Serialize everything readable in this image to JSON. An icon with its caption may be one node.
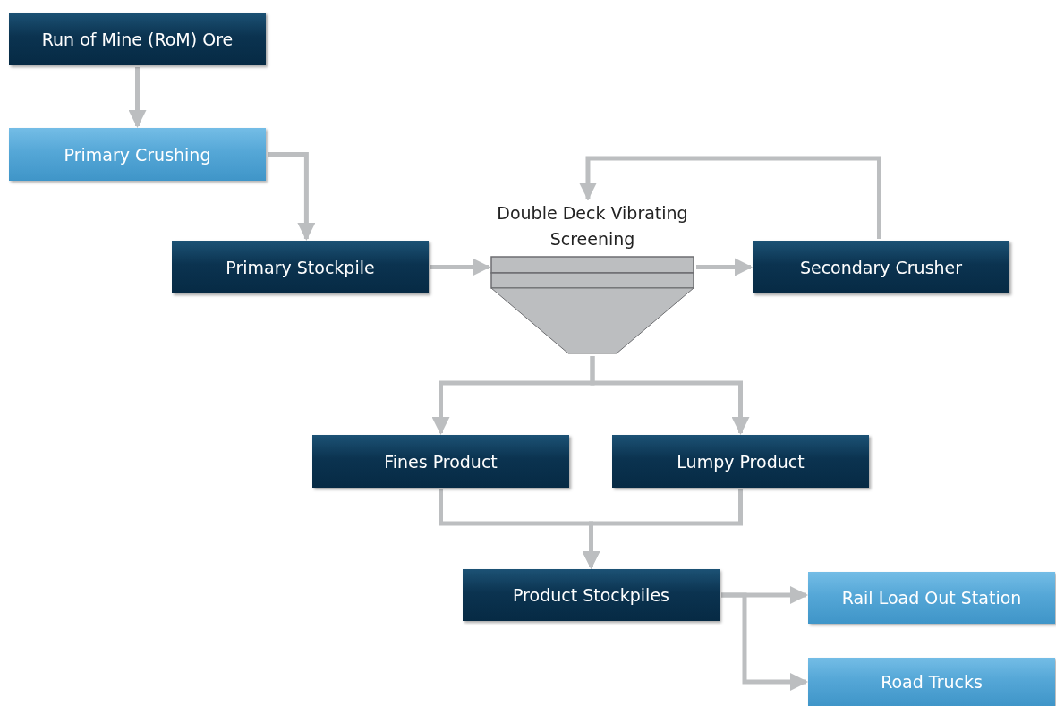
{
  "diagram": {
    "nodes": [
      {
        "text": [
          "Run of Mine (RoM) Ore"
        ]
      },
      {
        "text": [
          "Primary Crushing"
        ]
      },
      {
        "text": [
          "Primary Stockpile"
        ]
      },
      {
        "text": [
          "Double Deck Vibrating Screening"
        ]
      },
      {
        "text": [
          "Secondary Crusher"
        ]
      },
      {
        "text": [
          "Fines Product"
        ]
      },
      {
        "text": [
          "Lumpy Product"
        ]
      },
      {
        "text": [
          "Product Stockpiles"
        ]
      },
      {
        "text": [
          "Rail Load Out Station"
        ]
      },
      {
        "text": [
          "Road Trucks"
        ]
      }
    ],
    "edges": [
      {
        "from": 0,
        "to": 1,
        "arrow": "to"
      },
      {
        "from": 1,
        "to": 2,
        "arrow": "to"
      },
      {
        "from": 2,
        "to": 3,
        "arrow": "to"
      },
      {
        "from": 3,
        "to": 4,
        "arrow": "to"
      },
      {
        "from": 4,
        "to": 3,
        "arrow": "to"
      },
      {
        "from": 3,
        "to": 5,
        "arrow": "to"
      },
      {
        "from": 3,
        "to": 6,
        "arrow": "to"
      },
      {
        "from": 5,
        "to": 7,
        "arrow": "to"
      },
      {
        "from": 6,
        "to": 7,
        "arrow": "to"
      },
      {
        "from": 7,
        "to": 8,
        "arrow": "to"
      },
      {
        "from": 7,
        "to": 9,
        "arrow": "to"
      }
    ]
  }
}
